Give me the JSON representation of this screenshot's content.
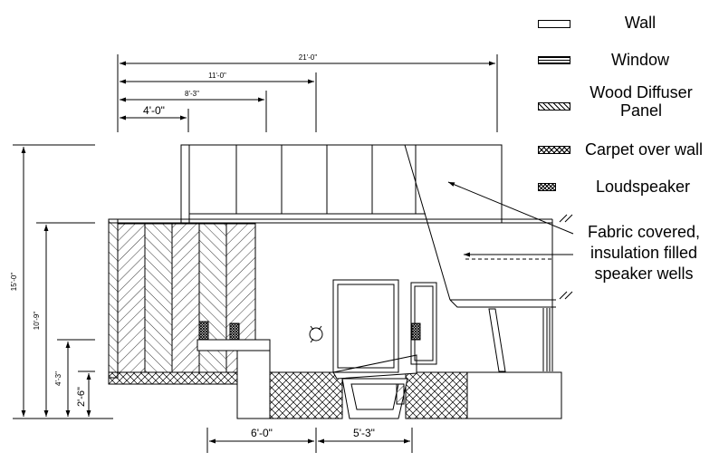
{
  "legend": {
    "wall": "Wall",
    "window": "Window",
    "wood_diffuser_line1": "Wood Diffuser",
    "wood_diffuser_line2": "Panel",
    "carpet": "Carpet over wall",
    "loudspeaker": "Loudspeaker"
  },
  "annotation": {
    "line1": "Fabric covered,",
    "line2": "insulation filled",
    "line3": "speaker wells"
  },
  "dimensions": {
    "top": [
      "21'-0\"",
      "11'-0\"",
      "8'-3\"",
      "4'-0\""
    ],
    "bottom": [
      "6'-0\"",
      "5'-3\""
    ],
    "left": [
      "15'-0\"",
      "10'-9\"",
      "4'-3\"",
      "2'-6\""
    ]
  }
}
